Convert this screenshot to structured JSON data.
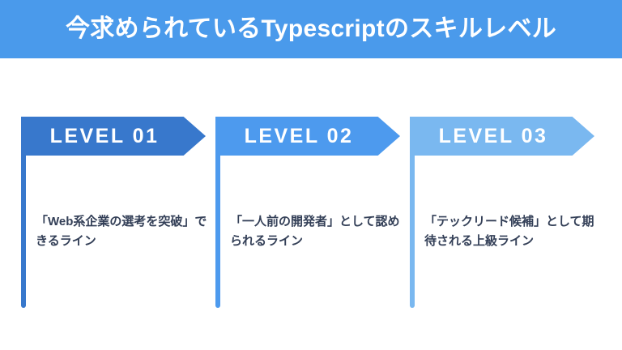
{
  "header": {
    "title": "今求められているTypescriptのスキルレベル",
    "background_color": "#4a9aeb",
    "text_color": "#ffffff"
  },
  "colors": {
    "level_01": "#3878cc",
    "level_02": "#4d9aee",
    "level_03": "#7ab8f0",
    "body_text": "#333f57",
    "page_background": "#ffffff"
  },
  "levels": [
    {
      "label": "LEVEL 01",
      "body": "「Web系企業の選考を突破」できるライン",
      "color": "#3878cc"
    },
    {
      "label": "LEVEL 02",
      "body": "「一人前の開発者」として認められるライン",
      "color": "#4d9aee"
    },
    {
      "label": "LEVEL 03",
      "body": "「テックリード候補」として期待される上級ライン",
      "color": "#7ab8f0"
    }
  ]
}
